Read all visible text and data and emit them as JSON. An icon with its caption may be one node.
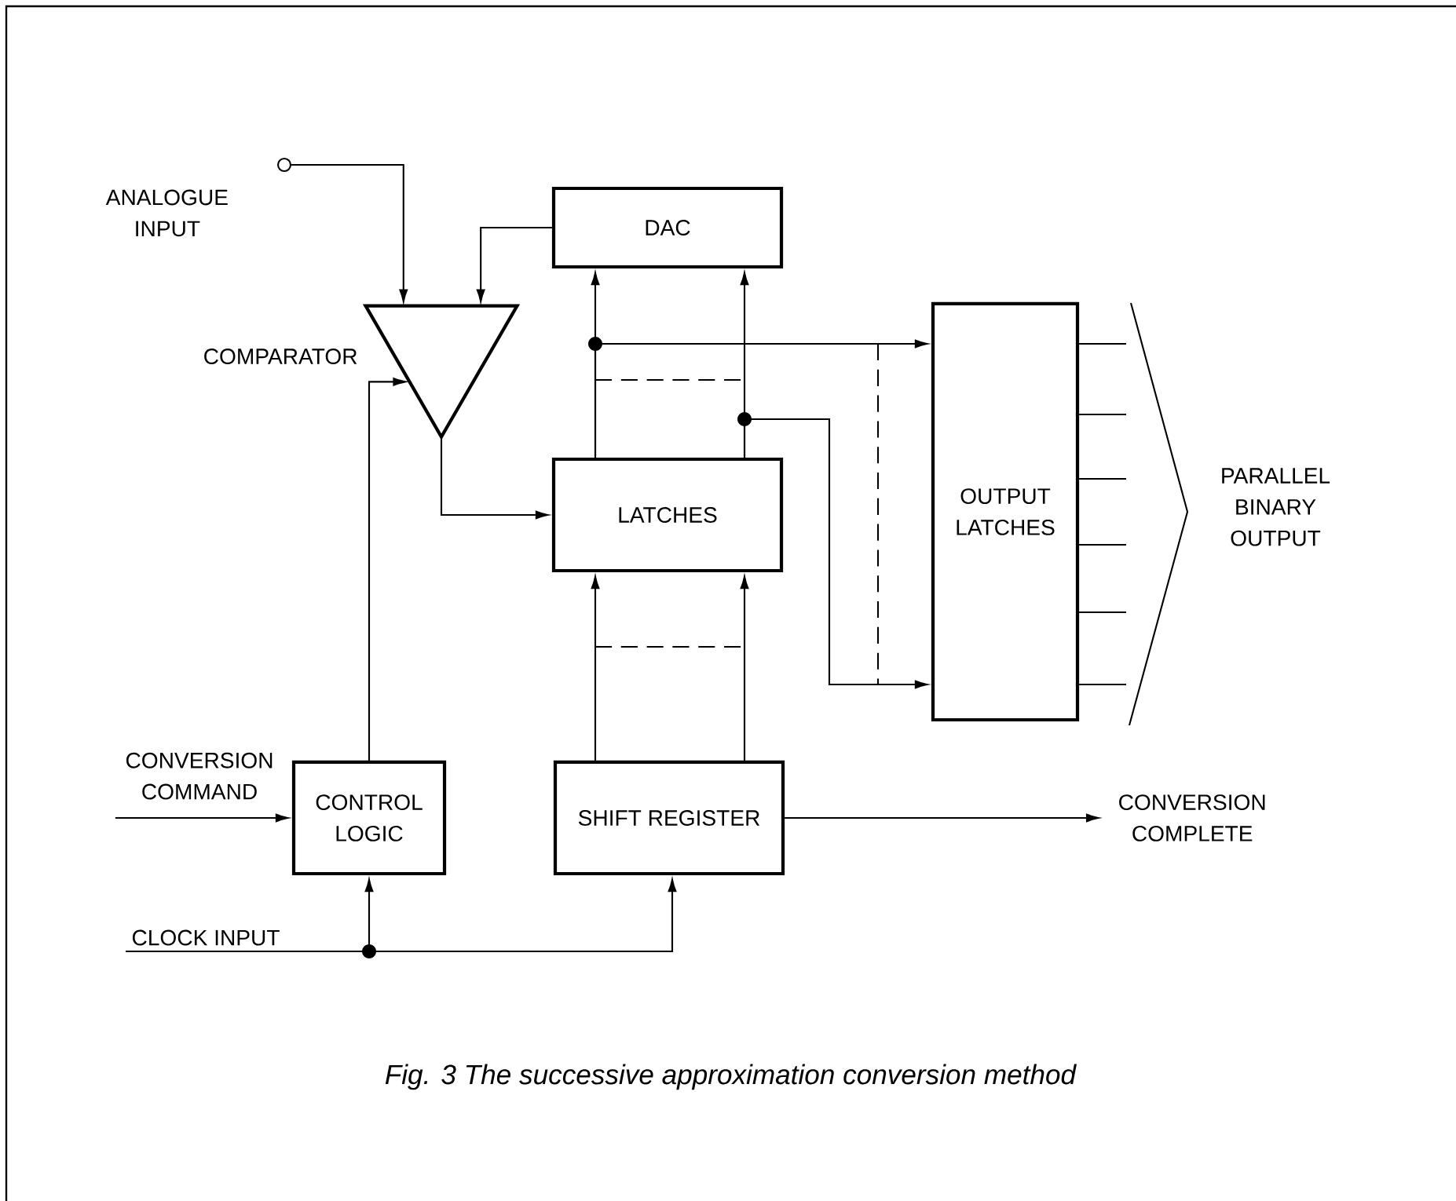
{
  "diagram": {
    "caption": "Fig. 3 The successive approximation conversion method",
    "nodes": [
      {
        "text": [
          "ANALOGUE INPUT"
        ]
      },
      {
        "text": [
          "DAC"
        ]
      },
      {
        "text": [
          "COMPARATOR"
        ]
      },
      {
        "text": [
          "LATCHES"
        ]
      },
      {
        "text": [
          "OUTPUT LATCHES"
        ]
      },
      {
        "text": [
          "CONVERSION COMMAND"
        ]
      },
      {
        "text": [
          "CONTROL LOGIC"
        ]
      },
      {
        "text": [
          "SHIFT REGISTER"
        ]
      },
      {
        "text": [
          "CONVERSION COMPLETE"
        ]
      },
      {
        "text": [
          "CLOCK INPUT"
        ]
      }
    ],
    "edges": [
      {
        "from": 0,
        "to": 2,
        "arrow": "to"
      },
      {
        "from": 1,
        "to": 2,
        "arrow": "to"
      },
      {
        "from": 6,
        "to": 2,
        "arrow": "to"
      },
      {
        "from": 2,
        "to": 3,
        "arrow": "to"
      },
      {
        "from": 3,
        "to": 1,
        "arrow": "to"
      },
      {
        "from": 3,
        "to": 1,
        "arrow": "to"
      },
      {
        "from": 3,
        "to": 4,
        "arrow": "to"
      },
      {
        "from": 3,
        "to": 4,
        "arrow": "to"
      },
      {
        "from": 7,
        "to": 3,
        "arrow": "to"
      },
      {
        "from": 7,
        "to": 3,
        "arrow": "to"
      },
      {
        "from": 5,
        "to": 6,
        "arrow": "to"
      },
      {
        "from": 9,
        "to": 6,
        "arrow": "to"
      },
      {
        "from": 9,
        "to": 7,
        "arrow": "to"
      },
      {
        "from": 7,
        "to": 8,
        "arrow": "to"
      }
    ],
    "labels": [
      "PARALLEL BINARY OUTPUT"
    ]
  }
}
